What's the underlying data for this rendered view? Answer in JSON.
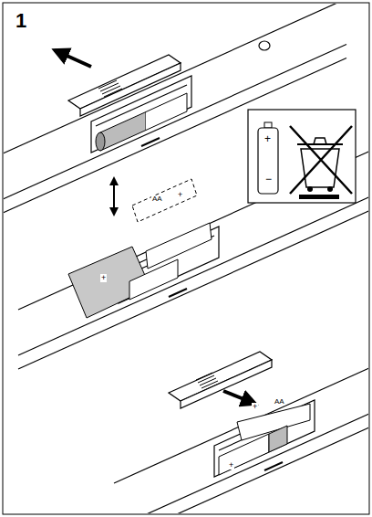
{
  "diagram": {
    "labels": [
      "1",
      "AA",
      "+",
      "+",
      "AA",
      "+",
      "+",
      "+",
      "−"
    ]
  }
}
